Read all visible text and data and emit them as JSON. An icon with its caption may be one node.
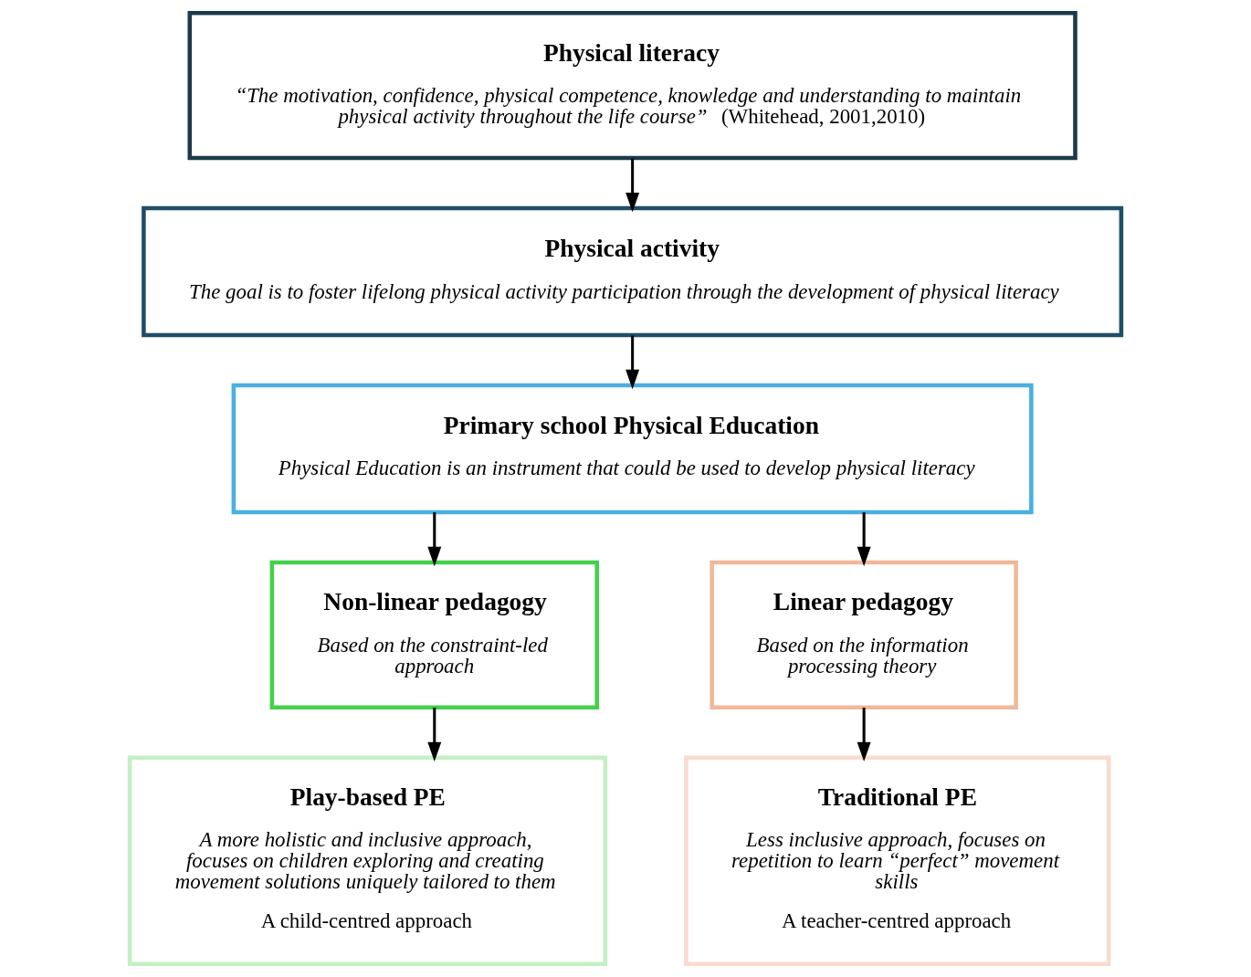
{
  "diagram": {
    "nodes": [
      {
        "text": [
          "Physical literacy",
          "*“The motivation, confidence, physical competence, knowledge and understanding to maintain physical activity throughout the life course”* (Whitehead, 2001,2010)"
        ]
      },
      {
        "text": [
          "Physical activity",
          "The goal is to foster lifelong physical activity participation through the development of physical literacy"
        ]
      },
      {
        "text": [
          "Primary school Physical Education",
          "Physical Education is an instrument that could be used to develop physical literacy"
        ]
      },
      {
        "text": [
          "Non-linear pedagogy",
          "Based on the constraint-led approach"
        ]
      },
      {
        "text": [
          "Linear pedagogy",
          "Based on the information processing theory"
        ]
      },
      {
        "text": [
          "Play-based PE",
          "A more holistic and inclusive approach, focuses on children exploring and creating movement solutions uniquely tailored to them",
          "A child-centred approach"
        ]
      },
      {
        "text": [
          "Traditional PE",
          "Less inclusive approach, focuses on repetition to learn “perfect” movement skills",
          "A teacher-centred approach"
        ]
      }
    ],
    "edges": [
      {
        "from": 0,
        "to": 1,
        "arrow": "to"
      },
      {
        "from": 1,
        "to": 2,
        "arrow": "to"
      },
      {
        "from": 2,
        "to": 3,
        "arrow": "to"
      },
      {
        "from": 2,
        "to": 4,
        "arrow": "to"
      },
      {
        "from": 3,
        "to": 5,
        "arrow": "to"
      },
      {
        "from": 4,
        "to": 6,
        "arrow": "to"
      }
    ]
  }
}
